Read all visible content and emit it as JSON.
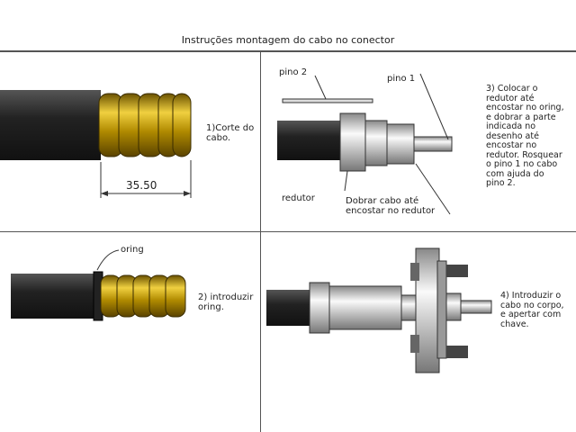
{
  "title": "Instruções montagem do cabo no conector",
  "steps": {
    "s1": {
      "text": "1)Corte do\ncabo.",
      "dimension": "35.50"
    },
    "s2": {
      "text": "2) introduzir\noring.",
      "label_oring": "oring"
    },
    "s3": {
      "text": "3) Colocar o\nredutor até\nencostar no oring,\ne dobrar a parte\nindicada no\ndesenho até\nencostar no\nredutor. Rosquear\n o pino 1 no cabo\ncom ajuda do\npino 2.",
      "label_pino1": "pino 1",
      "label_pino2": "pino 2",
      "label_redutor": "redutor",
      "label_dobrar": "Dobrar cabo até\nencostar no redutor"
    },
    "s4": {
      "text": "4) Introduzir o\ncabo no corpo,\ne apertar com\nchave."
    }
  }
}
